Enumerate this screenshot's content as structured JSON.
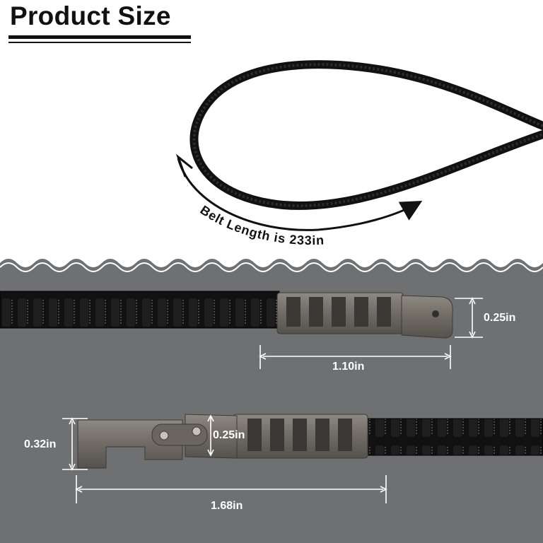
{
  "title": "Product Size",
  "belt_length_label": "Belt Length is 233in",
  "dimensions": {
    "top_height": "0.25in",
    "top_width": "1.10in",
    "bottom_height_left": "0.32in",
    "bottom_height_right": "0.25in",
    "bottom_width": "1.68in"
  },
  "colors": {
    "panel": "#6f7072",
    "belt": "#141414",
    "metal": "#77736d",
    "dimension_line": "#ffffff"
  }
}
